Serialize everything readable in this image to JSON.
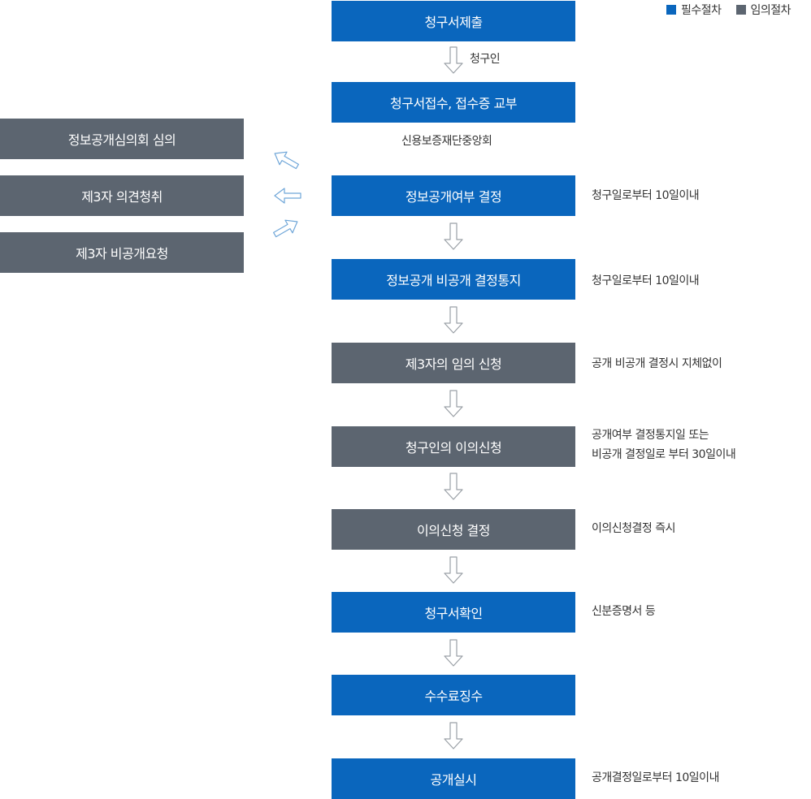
{
  "legend": {
    "required": "필수절차",
    "optional": "임의절차",
    "required_color": "#0a66bd",
    "optional_color": "#5c6570"
  },
  "steps": [
    {
      "label": "청구서제출",
      "kind": "required"
    },
    {
      "label": "청구서접수, 접수증 교부",
      "kind": "required"
    },
    {
      "label": "정보공개여부 결정",
      "kind": "required"
    },
    {
      "label": "정보공개 비공개 결정통지",
      "kind": "required"
    },
    {
      "label": "제3자의 임의 신청",
      "kind": "optional"
    },
    {
      "label": "청구인의 이의신청",
      "kind": "optional"
    },
    {
      "label": "이의신청 결정",
      "kind": "optional"
    },
    {
      "label": "청구서확인",
      "kind": "required"
    },
    {
      "label": "수수료징수",
      "kind": "required"
    },
    {
      "label": "공개실시",
      "kind": "required"
    }
  ],
  "connector_labels": {
    "after_step_1": "청구인",
    "after_step_2": "신용보증재단중앙회"
  },
  "notes": {
    "step_3": "청구일로부터 10일이내",
    "step_4": "청구일로부터 10일이내",
    "step_5": "공개 비공개 결정시 지체없이",
    "step_6_line1": "공개여부 결정통지일 또는",
    "step_6_line2": "비공개 결정일로 부터 30일이내",
    "step_7": "이의신청결정 즉시",
    "step_8": "신분증명서 등",
    "step_10": "공개결정일로부터 10일이내"
  },
  "side_steps": [
    {
      "label": "정보공개심의회 심의",
      "kind": "optional"
    },
    {
      "label": "제3자 의견청취",
      "kind": "optional"
    },
    {
      "label": "제3자 비공개요청",
      "kind": "optional"
    }
  ],
  "icons": {
    "down_arrow": "arrow-down-icon",
    "side_arrow_up_left": "arrow-up-left-icon",
    "side_arrow_left": "arrow-left-icon",
    "side_arrow_down_left": "arrow-down-left-icon"
  }
}
